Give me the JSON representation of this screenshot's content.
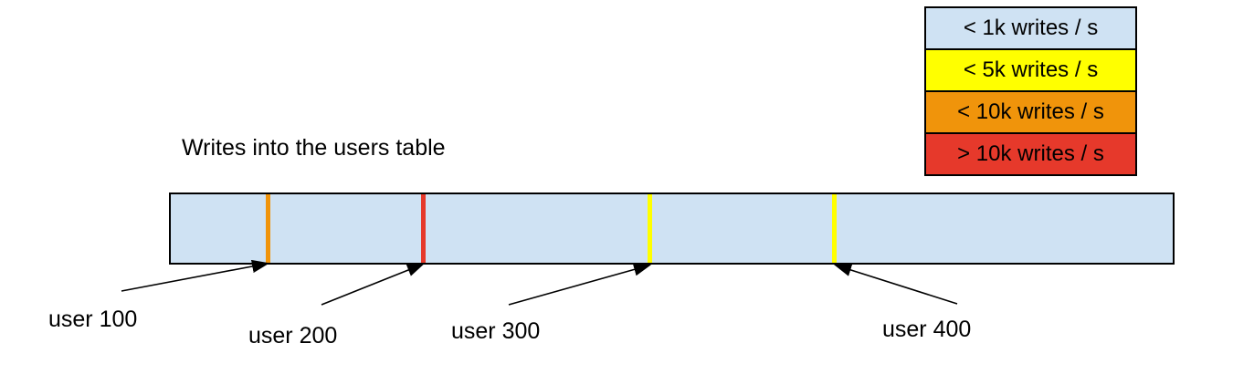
{
  "title": "Writes into the users table",
  "legend": {
    "items": [
      {
        "label": "< 1k writes / s",
        "color": "#cfe2f3"
      },
      {
        "label": "< 5k writes / s",
        "color": "#ffff00"
      },
      {
        "label": "< 10k writes / s",
        "color": "#f0940b"
      },
      {
        "label": "> 10k writes / s",
        "color": "#e6392b"
      }
    ]
  },
  "bar": {
    "fill": "#cfe2f3",
    "border_color": "#000000"
  },
  "markers": [
    {
      "name": "user-100",
      "color": "#f0940b"
    },
    {
      "name": "user-200",
      "color": "#e6392b"
    },
    {
      "name": "user-300",
      "color": "#ffff00"
    },
    {
      "name": "user-400",
      "color": "#ffff00"
    }
  ],
  "callouts": [
    {
      "label": "user 100"
    },
    {
      "label": "user 200"
    },
    {
      "label": "user 300"
    },
    {
      "label": "user 400"
    }
  ]
}
